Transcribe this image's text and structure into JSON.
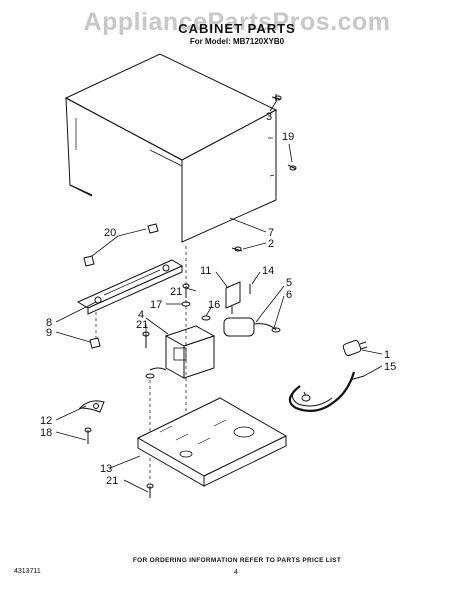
{
  "watermark": "AppliancePartsPros.com",
  "title": "CABINET PARTS",
  "subtitle": "For Model: MB7120XYB0",
  "callouts": {
    "c1": "1",
    "c2": "2",
    "c3": "3",
    "c4": "4",
    "c5": "5",
    "c6": "6",
    "c7": "7",
    "c8": "8",
    "c9": "9",
    "c11": "11",
    "c12": "12",
    "c13": "13",
    "c14": "14",
    "c15": "15",
    "c16": "16",
    "c17": "17",
    "c18": "18",
    "c19": "19",
    "c20": "20",
    "c21a": "21",
    "c21b": "21",
    "c21c": "21"
  },
  "footer_note": "FOR ORDERING INFORMATION REFER TO PARTS PRICE LIST",
  "doc_id": "4313711",
  "page_number": "4"
}
